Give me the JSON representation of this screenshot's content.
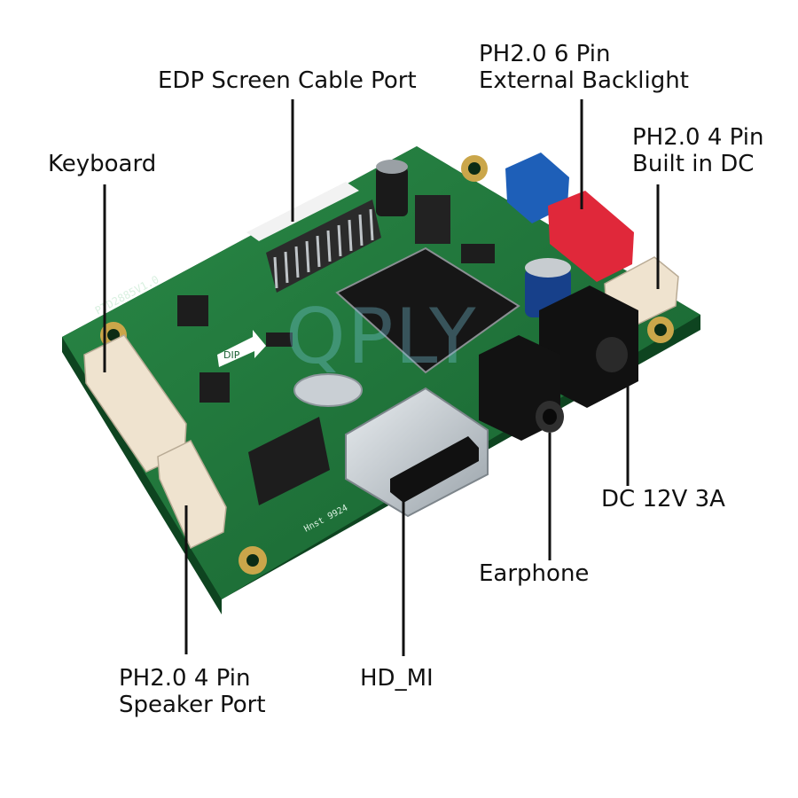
{
  "image": {
    "watermark": "QPLY",
    "board_silkscreen": "PTD2885V1.0",
    "dip_marking": "DIP",
    "board_marking": "Hnst 9924"
  },
  "labels": {
    "edp": "EDP Screen Cable Port",
    "backlight_line1": "PH2.0 6 Pin",
    "backlight_line2": "External Backlight",
    "dc_line1": "PH2.0 4 Pin",
    "dc_line2": "Built in DC",
    "keyboard": "Keyboard",
    "power": "DC 12V 3A",
    "earphone": "Earphone",
    "speaker_line1": "PH2.0 4 Pin",
    "speaker_line2": "Speaker Port",
    "hdmi": "HD_MI"
  },
  "colors": {
    "pcb": "#1f7a3c",
    "pcb_dark": "#155a2b",
    "connector_blue": "#1e5fb8",
    "connector_red": "#e0283a",
    "connector_beige": "#efe3cf",
    "chip": "#1a1a1a",
    "leader": "#111111"
  }
}
